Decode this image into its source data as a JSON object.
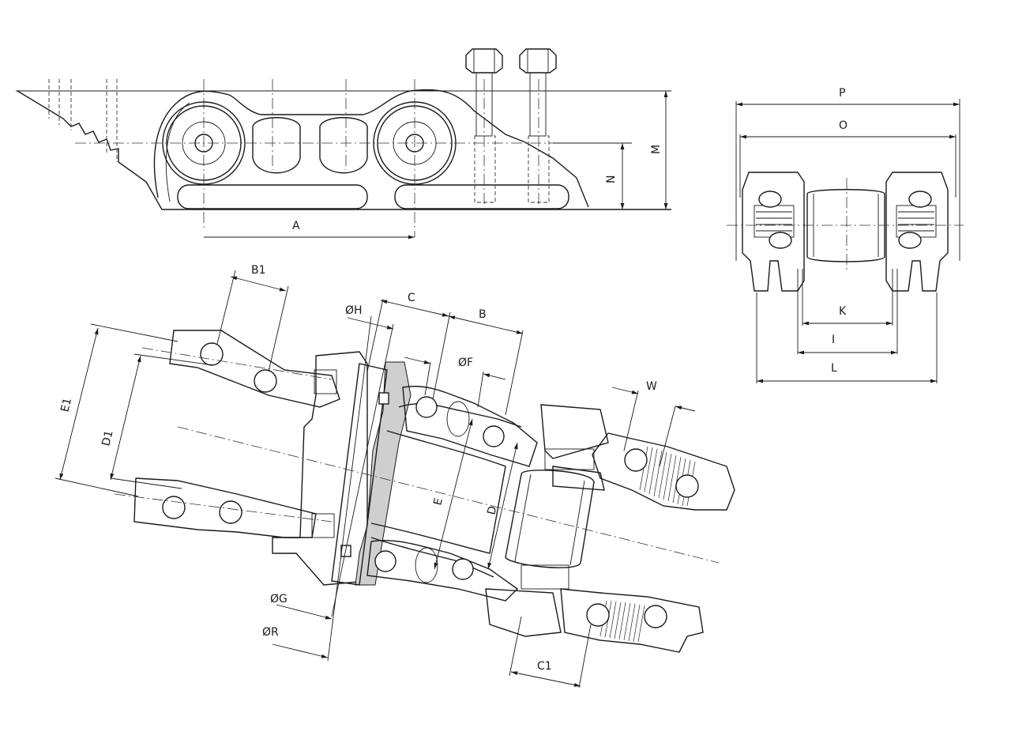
{
  "labels": {
    "A": "A",
    "M": "M",
    "N": "N",
    "P": "P",
    "O": "O",
    "K": "K",
    "I": "I",
    "L": "L",
    "B1": "B1",
    "C": "C",
    "B": "B",
    "H": "ØH",
    "F": "ØF",
    "W": "W",
    "E1": "E1",
    "D1": "D1",
    "E": "E",
    "D": "D",
    "G": "ØG",
    "R": "ØR",
    "C1": "C1"
  },
  "colors": {
    "line": "#1a1a1a",
    "highlight": "#cfcfcf",
    "background": "#ffffff"
  }
}
